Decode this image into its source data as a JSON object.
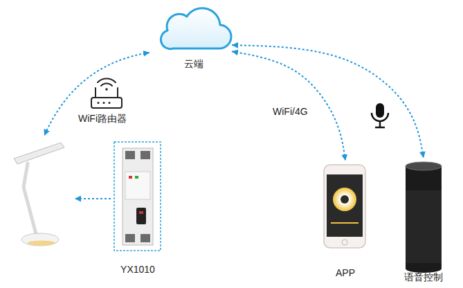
{
  "diagram": {
    "nodes": [
      {
        "text": [
          "云端"
        ]
      },
      {
        "text": [
          "YX1010"
        ]
      },
      {
        "text": [
          "APP"
        ]
      },
      {
        "text": [
          "语音控制"
        ]
      }
    ],
    "edges": [
      {
        "from": 0,
        "to": 2,
        "label": "WiFi/4G",
        "arrow": "both"
      },
      {
        "from": 0,
        "to": 3,
        "arrow": "both"
      }
    ],
    "labels": [
      "WiFi路由器"
    ]
  }
}
